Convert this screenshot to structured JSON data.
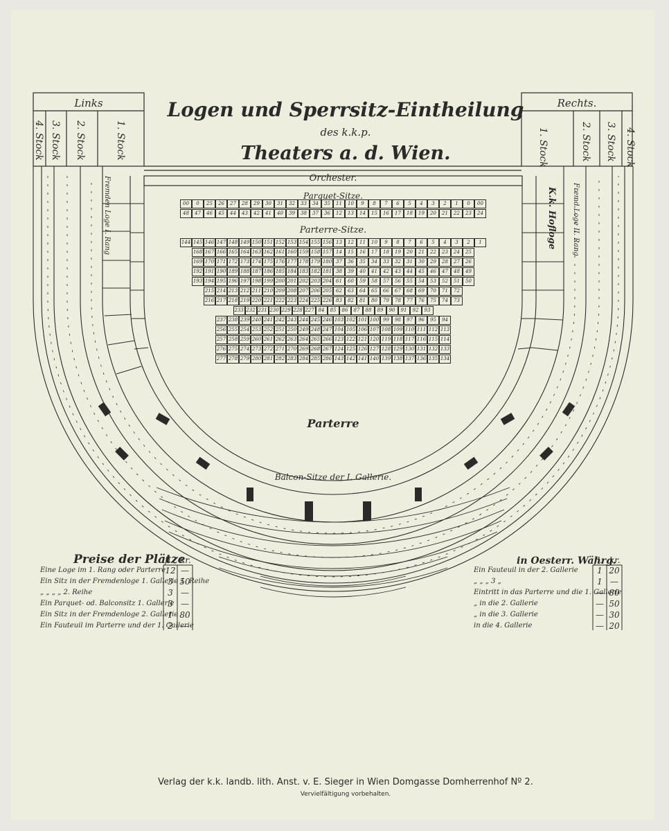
{
  "title": {
    "line1": "Logen und Sperrsitz-Eintheilung",
    "line2": "des k.k.p.",
    "line3": "Theaters a. d. Wien."
  },
  "left_box": {
    "header": "Links",
    "floors": [
      "4. Stock",
      "3. Stock",
      "2. Stock",
      "1. Stock"
    ],
    "fremdenloge": "Fremden Loge I. Rang"
  },
  "right_box": {
    "header": "Rechts.",
    "floors": [
      "1. Stock",
      "2. Stock",
      "3. Stock",
      "4. Stock"
    ],
    "hofloge": "K.k. Hofloge",
    "fremdenloge": "Fremd Loge II. Rang"
  },
  "sections": {
    "orchester": "Orchester.",
    "parquet": "Parquet-Sitze.",
    "parterre_sitze": "Parterre-Sitze.",
    "parterre": "Parterre",
    "balcon": "Balcon-Sitze der I. Gallerie."
  },
  "parquet_rows": [
    [
      "00",
      "0",
      "25",
      "26",
      "27",
      "28",
      "29",
      "30",
      "31",
      "32",
      "33",
      "34",
      "35",
      "11",
      "10",
      "9",
      "8",
      "7",
      "6",
      "5",
      "4",
      "3",
      "2",
      "1",
      "0",
      "00"
    ],
    [
      "48",
      "47",
      "46",
      "45",
      "44",
      "43",
      "42",
      "41",
      "40",
      "39",
      "38",
      "37",
      "36",
      "12",
      "13",
      "14",
      "15",
      "16",
      "17",
      "18",
      "19",
      "20",
      "21",
      "22",
      "23",
      "24"
    ]
  ],
  "parterre_rows": [
    [
      "144",
      "145",
      "146",
      "147",
      "148",
      "149",
      "150",
      "151",
      "152",
      "153",
      "154",
      "155",
      "156",
      "13",
      "12",
      "11",
      "10",
      "9",
      "8",
      "7",
      "6",
      "5",
      "4",
      "3",
      "2",
      "1"
    ],
    [
      "168",
      "167",
      "166",
      "165",
      "164",
      "163",
      "162",
      "161",
      "160",
      "159",
      "158",
      "157",
      "14",
      "15",
      "16",
      "17",
      "18",
      "19",
      "20",
      "21",
      "22",
      "23",
      "24",
      "25"
    ],
    [
      "169",
      "170",
      "171",
      "172",
      "173",
      "174",
      "175",
      "176",
      "177",
      "178",
      "179",
      "180",
      "37",
      "36",
      "35",
      "34",
      "33",
      "32",
      "31",
      "30",
      "29",
      "28",
      "27",
      "26"
    ],
    [
      "192",
      "191",
      "190",
      "189",
      "188",
      "187",
      "186",
      "185",
      "184",
      "183",
      "182",
      "181",
      "38",
      "39",
      "40",
      "41",
      "42",
      "43",
      "44",
      "45",
      "46",
      "47",
      "48",
      "49"
    ],
    [
      "193",
      "194",
      "195",
      "196",
      "197",
      "198",
      "199",
      "200",
      "201",
      "202",
      "203",
      "204",
      "61",
      "60",
      "59",
      "58",
      "57",
      "56",
      "55",
      "54",
      "53",
      "52",
      "51",
      "50"
    ],
    [
      "215",
      "214",
      "213",
      "212",
      "211",
      "210",
      "209",
      "208",
      "207",
      "206",
      "205",
      "62",
      "63",
      "64",
      "65",
      "66",
      "67",
      "68",
      "69",
      "70",
      "71",
      "72"
    ],
    [
      "216",
      "217",
      "218",
      "219",
      "220",
      "221",
      "222",
      "223",
      "224",
      "225",
      "226",
      "83",
      "82",
      "81",
      "80",
      "79",
      "78",
      "77",
      "76",
      "75",
      "74",
      "73"
    ],
    [
      "233",
      "232",
      "231",
      "230",
      "229",
      "228",
      "227",
      "84",
      "85",
      "86",
      "87",
      "88",
      "89",
      "90",
      "91",
      "92",
      "93"
    ],
    [
      "237",
      "238",
      "239",
      "240",
      "241",
      "242",
      "243",
      "244",
      "245",
      "246",
      "103",
      "102",
      "101",
      "100",
      "99",
      "98",
      "97",
      "96",
      "95",
      "94"
    ],
    [
      "256",
      "255",
      "254",
      "253",
      "252",
      "251",
      "250",
      "249",
      "248",
      "247",
      "104",
      "105",
      "106",
      "107",
      "108",
      "109",
      "110",
      "111",
      "112",
      "113"
    ],
    [
      "257",
      "258",
      "259",
      "260",
      "261",
      "262",
      "263",
      "264",
      "265",
      "266",
      "123",
      "122",
      "121",
      "120",
      "119",
      "118",
      "117",
      "116",
      "115",
      "114"
    ],
    [
      "276",
      "275",
      "274",
      "273",
      "272",
      "271",
      "270",
      "269",
      "268",
      "267",
      "124",
      "125",
      "126",
      "127",
      "128",
      "129",
      "130",
      "131",
      "132",
      "133"
    ],
    [
      "277",
      "278",
      "279",
      "280",
      "281",
      "282",
      "283",
      "284",
      "285",
      "286",
      "143",
      "142",
      "141",
      "140",
      "139",
      "138",
      "137",
      "136",
      "135",
      "134"
    ]
  ],
  "prices": {
    "title": "Preise der Plätze",
    "currency_note": "in Oesterr. Währg.",
    "col_fl": "fl.",
    "col_kr": "kr.",
    "left": [
      {
        "label": "Eine Loge im 1. Rang oder Parterre",
        "fl": "12",
        "kr": "—"
      },
      {
        "label": "Ein Sitz in der Fremdenloge 1. Gallerie 1. Reihe",
        "fl": "3",
        "kr": "50"
      },
      {
        "label": "„ „ „ „ 2. Reihe",
        "fl": "3",
        "kr": "—"
      },
      {
        "label": "Ein Parquet- od. Balconsitz 1. Gallerie",
        "fl": "3",
        "kr": "—"
      },
      {
        "label": "Ein Sitz in der Fremdenloge 2. Gallerie",
        "fl": "1",
        "kr": "80"
      },
      {
        "label": "Ein Fauteuil im Parterre und der 1. Gallerie",
        "fl": "2",
        "kr": "—"
      }
    ],
    "right": [
      {
        "label": "Ein Fauteuil in der 2. Gallerie",
        "fl": "1",
        "kr": "20"
      },
      {
        "label": "„ „ „ 3 „",
        "fl": "1",
        "kr": "—"
      },
      {
        "label": "Eintritt in das Parterre und die 1. Gallerie",
        "fl": "—",
        "kr": "80"
      },
      {
        "label": "„ in die 2. Gallerie",
        "fl": "—",
        "kr": "50"
      },
      {
        "label": "„ in die 3. Gallerie",
        "fl": "—",
        "kr": "30"
      },
      {
        "label": "in die 4. Gallerie",
        "fl": "—",
        "kr": "20"
      }
    ]
  },
  "footer": {
    "publisher": "Verlag der k.k. landb. lith. Anst. v. E. Sieger in Wien Domgasse Domherrenhof Nº 2.",
    "rights": "Vervielfältigung vorbehalten."
  },
  "colors": {
    "paper": "#eeeede",
    "ink": "#2a2a28",
    "border": "#e9e8e2"
  }
}
